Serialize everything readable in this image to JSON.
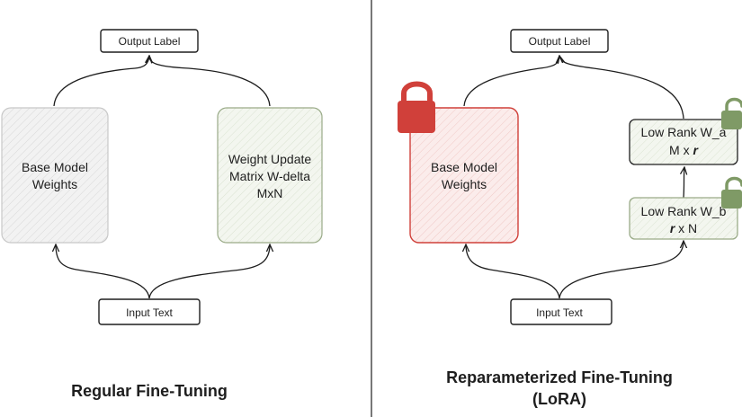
{
  "left_panel": {
    "title": "Regular Fine-Tuning",
    "output_label": "Output Label",
    "input_label": "Input Text",
    "base_model": [
      "Base Model",
      "Weights"
    ],
    "weight_update": [
      "Weight Update",
      "Matrix W-delta",
      "MxN"
    ]
  },
  "right_panel": {
    "title_line1": "Reparameterized Fine-Tuning",
    "title_line2": "(LoRA)",
    "output_label": "Output Label",
    "input_label": "Input Text",
    "base_model": [
      "Base Model",
      "Weights"
    ],
    "low_rank_a": {
      "line1": "Low Rank W_a",
      "line2_prefix": "M x ",
      "line2_var": "r"
    },
    "low_rank_b": {
      "line1": "Low Rank W_b",
      "line2_var": "r",
      "line2_suffix": " x N"
    }
  },
  "colors": {
    "frozen_red": "#d0403a",
    "trainable_green": "#7f9a66",
    "stroke": "#1e1e1e"
  }
}
